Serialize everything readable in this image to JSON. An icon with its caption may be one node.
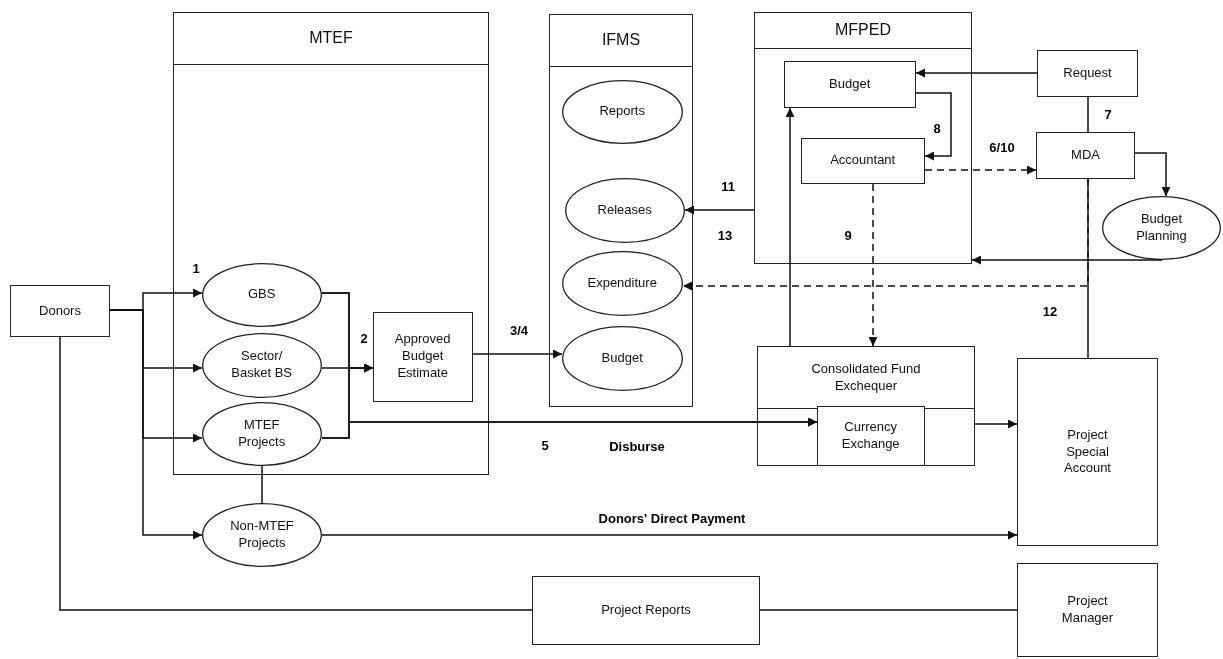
{
  "diagram": {
    "nodes": [
      {
        "text": [
          "Donors"
        ]
      },
      {
        "text": [
          "MTEF"
        ]
      },
      {
        "text": [
          "GBS"
        ],
        "in": 1
      },
      {
        "text": [
          "Sector/ Basket BS"
        ],
        "in": 1
      },
      {
        "text": [
          "MTEF Projects"
        ],
        "in": 1
      },
      {
        "text": [
          "Approved Budget Estimate"
        ],
        "in": 1
      },
      {
        "text": [
          "Non-MTEF Projects"
        ]
      },
      {
        "text": [
          "IFMS"
        ]
      },
      {
        "text": [
          "Reports"
        ],
        "in": 7
      },
      {
        "text": [
          "Releases"
        ],
        "in": 7
      },
      {
        "text": [
          "Expenditure"
        ],
        "in": 7
      },
      {
        "text": [
          "Budget"
        ],
        "in": 7
      },
      {
        "text": [
          "MFPED"
        ]
      },
      {
        "text": [
          "Budget"
        ],
        "in": 12
      },
      {
        "text": [
          "Accountant"
        ],
        "in": 12
      },
      {
        "text": [
          "Request"
        ]
      },
      {
        "text": [
          "MDA"
        ]
      },
      {
        "text": [
          "Budget Planning"
        ]
      },
      {
        "text": [
          "Consolidated Fund Exchequer"
        ]
      },
      {
        "text": [
          "Currency Exchange"
        ],
        "in": 18
      },
      {
        "text": [
          "Project Special Account"
        ]
      },
      {
        "text": [
          "Project Reports"
        ]
      },
      {
        "text": [
          "Project Manager"
        ]
      }
    ],
    "edges": [
      {
        "from": 0,
        "to": 2,
        "arrow": "to",
        "label": "1"
      },
      {
        "from": 0,
        "to": 3,
        "arrow": "to"
      },
      {
        "from": 0,
        "to": 4,
        "arrow": "to"
      },
      {
        "from": 0,
        "to": 6,
        "arrow": "to"
      },
      {
        "from": 2,
        "to": 5,
        "arrow": "to"
      },
      {
        "from": 3,
        "to": 5,
        "arrow": "to",
        "label": "2"
      },
      {
        "from": 4,
        "to": 5,
        "arrow": "to"
      },
      {
        "from": 2,
        "to": 19,
        "arrow": "to"
      },
      {
        "from": 4,
        "to": 19,
        "arrow": "to",
        "label": "5"
      },
      {
        "from": 5,
        "to": 11,
        "arrow": "to",
        "label": "3/4"
      },
      {
        "from": 4,
        "to": 6,
        "arrow": "none"
      },
      {
        "from": 6,
        "to": 20,
        "arrow": "to",
        "label": "Donors' Direct Payment"
      },
      {
        "from": 0,
        "to": 21,
        "arrow": "none"
      },
      {
        "from": 21,
        "to": 22,
        "arrow": "none"
      },
      {
        "from": 12,
        "to": 9,
        "arrow": "to",
        "label": "11"
      },
      {
        "from": 15,
        "to": 13,
        "arrow": "to"
      },
      {
        "from": 13,
        "to": 14,
        "arrow": "to",
        "label": "8"
      },
      {
        "from": 14,
        "to": 16,
        "arrow": "to",
        "label": "6/10",
        "style": "dashed"
      },
      {
        "from": 15,
        "to": 16,
        "arrow": "none",
        "label": "7"
      },
      {
        "from": 16,
        "to": 17,
        "arrow": "to"
      },
      {
        "from": 17,
        "to": 12,
        "arrow": "to"
      },
      {
        "from": 16,
        "to": 10,
        "arrow": "to",
        "label": "13",
        "style": "dashed"
      },
      {
        "from": 16,
        "to": 20,
        "arrow": "none",
        "label": "12"
      },
      {
        "from": 14,
        "to": 18,
        "arrow": "to",
        "label": "9",
        "style": "dashed"
      },
      {
        "from": 18,
        "to": 13,
        "arrow": "to"
      },
      {
        "from": 18,
        "to": 20,
        "arrow": "to"
      }
    ],
    "labels": [
      "Disburse"
    ]
  }
}
